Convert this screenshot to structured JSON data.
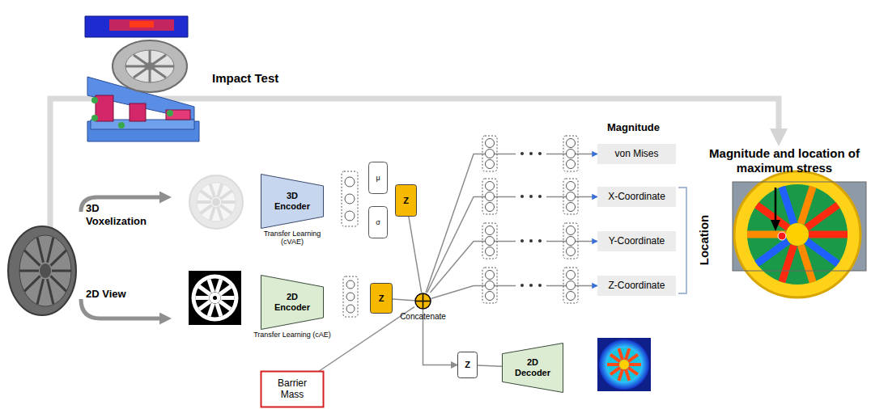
{
  "diagram": {
    "nodes": [
      {
        "text": [
          "3D Encoder",
          "Transfer Learning (cVAE)"
        ]
      },
      {
        "text": [
          "μ"
        ]
      },
      {
        "text": [
          "σ"
        ]
      },
      {
        "text": [
          "Z"
        ]
      },
      {
        "text": [
          "2D Encoder",
          "Transfer Learning (cAE)"
        ]
      },
      {
        "text": [
          "Z"
        ]
      },
      {
        "text": [
          "Concatenate"
        ]
      },
      {
        "text": [
          "Barrier Mass"
        ]
      },
      {
        "text": [
          "von Mises"
        ]
      },
      {
        "text": [
          "X-Coordinate"
        ]
      },
      {
        "text": [
          "Y-Coordinate"
        ]
      },
      {
        "text": [
          "Z-Coordinate"
        ]
      },
      {
        "text": [
          "Z"
        ]
      },
      {
        "text": [
          "2D Decoder"
        ]
      }
    ],
    "edges": [
      {
        "from": 3,
        "to": 6,
        "arrow": "none"
      },
      {
        "from": 5,
        "to": 6,
        "arrow": "none"
      },
      {
        "from": 7,
        "to": 6,
        "arrow": "none"
      },
      {
        "from": 6,
        "to": 8,
        "arrow": "to"
      },
      {
        "from": 6,
        "to": 9,
        "arrow": "to"
      },
      {
        "from": 6,
        "to": 10,
        "arrow": "to"
      },
      {
        "from": 6,
        "to": 11,
        "arrow": "to"
      },
      {
        "from": 6,
        "to": 12,
        "arrow": "to"
      },
      {
        "from": 12,
        "to": 13,
        "arrow": "none"
      }
    ],
    "labels": [
      "Impact Test",
      "3D Voxelization",
      "2D View",
      "Magnitude",
      "Location",
      "Magnitude and location of maximum stress"
    ]
  }
}
